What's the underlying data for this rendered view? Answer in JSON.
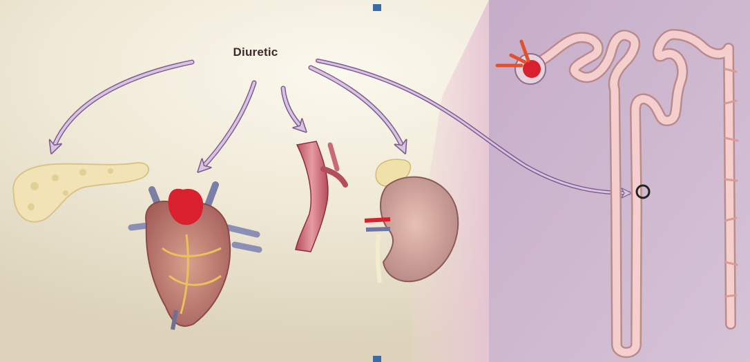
{
  "title": "Diuretic",
  "targets": [
    {
      "organ": "pancreas"
    },
    {
      "organ": "heart"
    },
    {
      "organ": "blood-vessel"
    },
    {
      "organ": "kidney"
    },
    {
      "organ": "nephron"
    }
  ],
  "colors": {
    "background_left": "#ece6d2",
    "background_right": "#cdb6cf",
    "arrow": "#c3a6cf",
    "tubule": "#f2c4c2"
  }
}
